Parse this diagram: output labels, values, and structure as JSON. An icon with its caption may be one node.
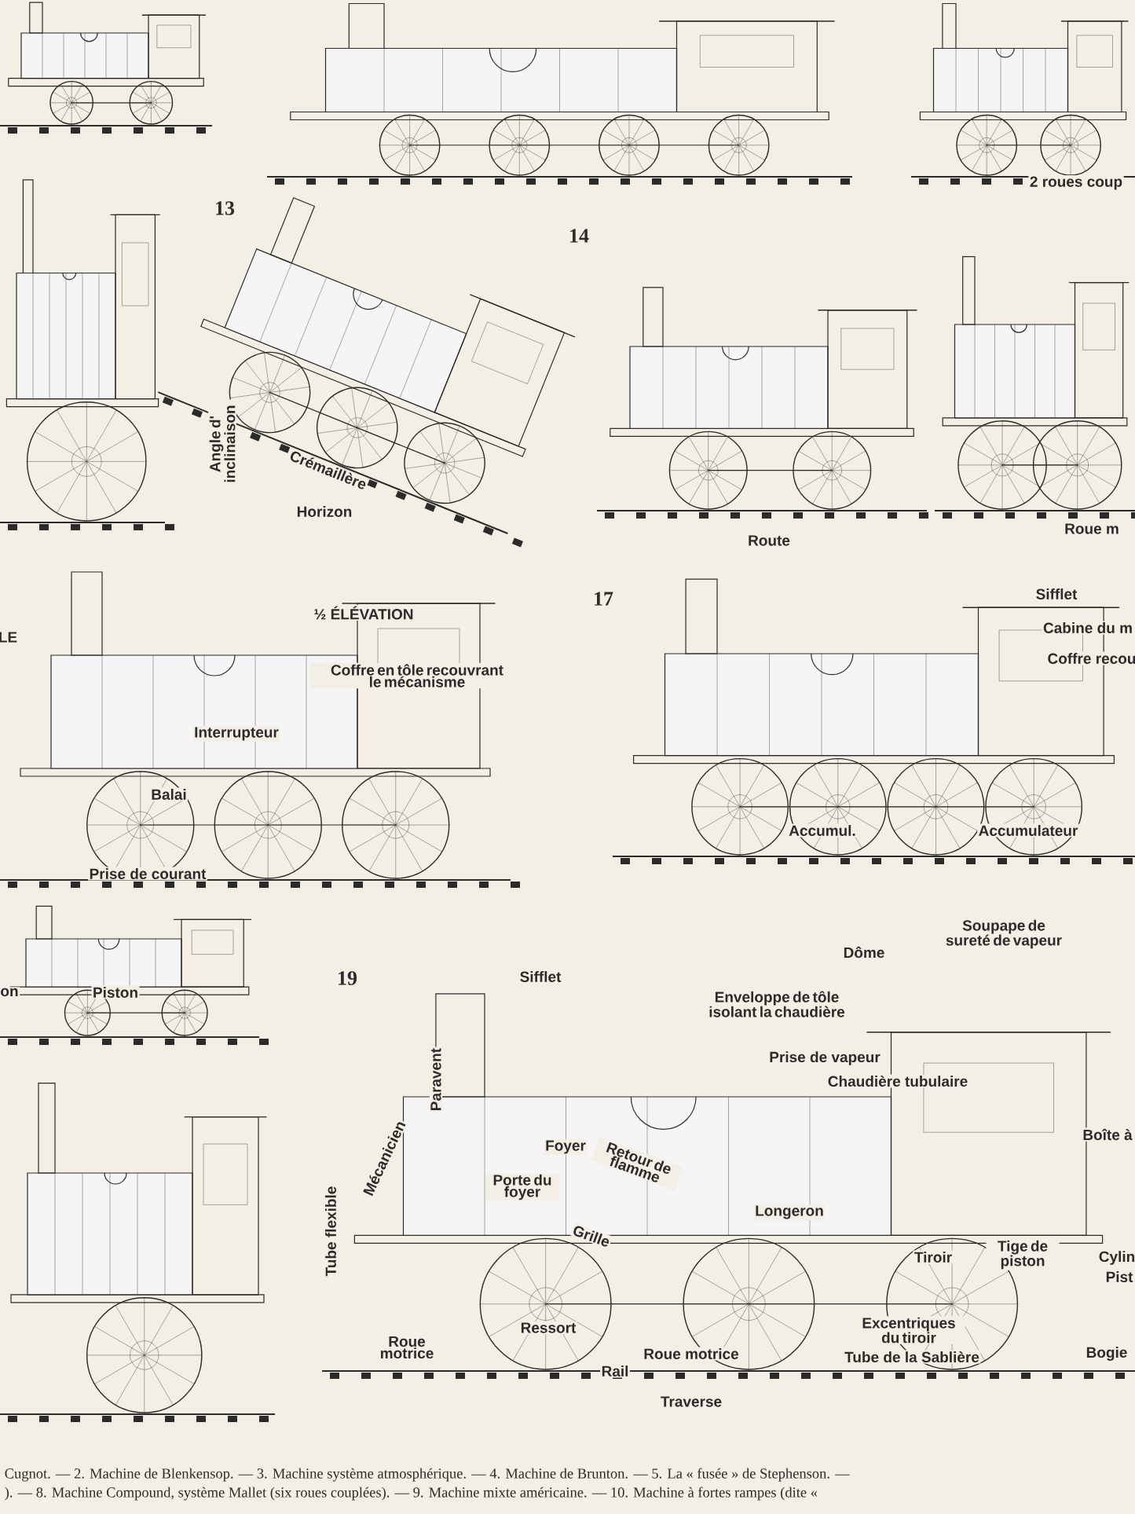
{
  "diagram": {
    "labels": [
      "2 roues coup",
      "13",
      "14",
      "Angle d' inclinaison",
      "Crémaillère",
      "Horizon",
      "Route",
      "Roue m",
      "½ ÉLÉVATION",
      "LE",
      "17",
      "Sifflet",
      "Cabine du m",
      "Coffre en tôle recouvrant le mécanisme",
      "Coffre recou",
      "Interrupteur",
      "Balai",
      "Accumul.",
      "Accumulateur",
      "Prise de courant",
      "Soupape de sureté de vapeur",
      "Dôme",
      "on",
      "Piston",
      "19",
      "Sifflet",
      "Enveloppe de tôle isolant la chaudière",
      "Prise de vapeur",
      "Chaudière tubulaire",
      "Boîte à",
      "Tube flexible",
      "Mécanicien",
      "Paravent",
      "Foyer",
      "Retour de flamme",
      "Porte du foyer",
      "Grille",
      "Longeron",
      "Tiroir",
      "Tige de piston",
      "Cylin",
      "Pist",
      "Ressort",
      "Excentriques du tiroir",
      "Roue motrice",
      "Roue motrice",
      "Tube de la Sablière",
      "Bogie",
      "Rail",
      "Traverse",
      "Cugnot. — 2. Machine de Blenkensop. — 3. Machine système atmosphérique. — 4. Machine de Brunton. — 5. La « fusée » de Stephenson. —",
      "). — 8. Machine Compound, système Mallet (six roues couplées). — 9. Machine mixte américaine. — 10. Machine à fortes rampes (dite «"
    ]
  }
}
